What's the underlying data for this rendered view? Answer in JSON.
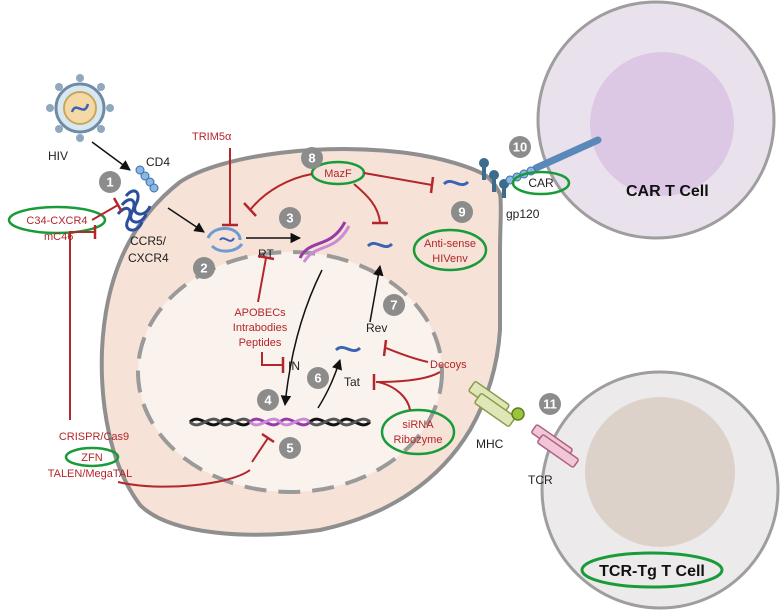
{
  "colors": {
    "cell_fill": "#f6e2d6",
    "cell_outline": "#8f8f8f",
    "nucleus_fill": "#faf2ec",
    "inhibitor_red": "#b3262b",
    "highlight_green": "#1a9b3a",
    "rna_blue": "#3a63b6",
    "dna_purple": "#9a3aa8",
    "step_badge": "#8c8c8c"
  },
  "virus": {
    "label": "HIV"
  },
  "receptors": {
    "cd4": "CD4",
    "coreceptor_line1": "CCR5/",
    "coreceptor_line2": "CXCR4"
  },
  "entry_inhibitors": {
    "c34": "C34-CXCR4",
    "mc46": "mC46"
  },
  "restriction": {
    "trim5a": "TRIM5α"
  },
  "enzymes": {
    "rt": "RT",
    "in": "IN",
    "rev": "Rev",
    "tat": "Tat"
  },
  "host_factors": {
    "line1": "APOBECs",
    "line2": "Intrabodies",
    "line3": "Peptides"
  },
  "mazf": "MazF",
  "antisense": {
    "line1": "Anti-sense",
    "line2": "HIVenv"
  },
  "decoys": "Decoys",
  "sirna": {
    "line1": "siRNA",
    "line2": "Ribozyme"
  },
  "gene_editing": {
    "line1": "CRISPR/Cas9",
    "line2": "ZFN",
    "line3": "TALEN/MegaTAL"
  },
  "surface": {
    "gp120": "gp120",
    "mhc": "MHC",
    "tcr": "TCR"
  },
  "car": {
    "label": "CAR",
    "cell": "CAR T Cell"
  },
  "tcr_tg_cell": "TCR-Tg T Cell",
  "steps": [
    "1",
    "2",
    "3",
    "4",
    "5",
    "6",
    "7",
    "8",
    "9",
    "10",
    "11"
  ]
}
